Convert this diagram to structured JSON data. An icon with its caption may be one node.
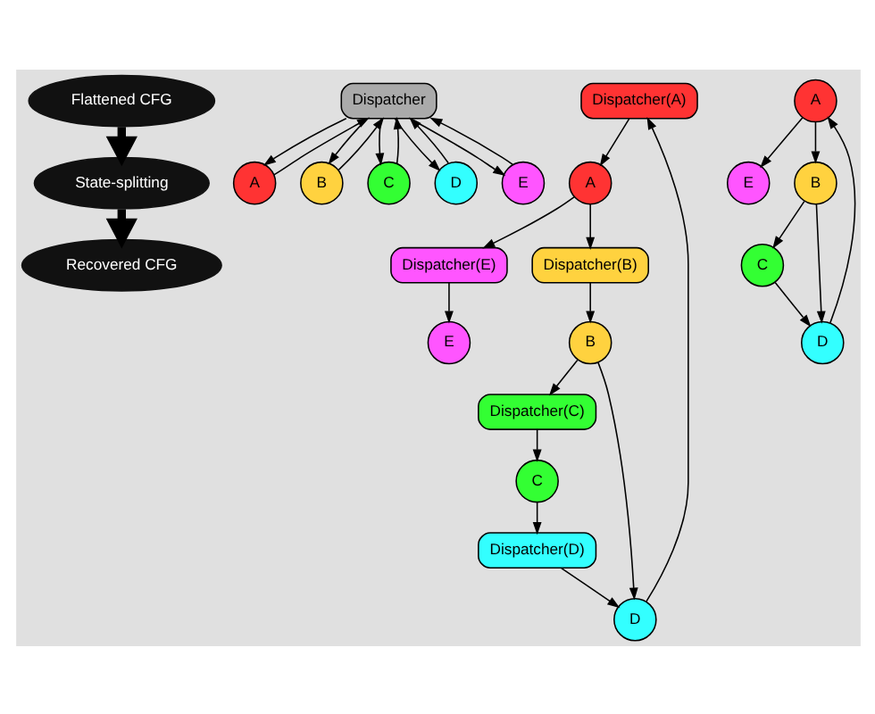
{
  "diagram": {
    "nodes": [
      {
        "text": [
          "Flattened CFG"
        ]
      },
      {
        "text": [
          "Dispatcher"
        ]
      },
      {
        "text": [
          "A"
        ]
      },
      {
        "text": [
          "B"
        ]
      },
      {
        "text": [
          "C"
        ]
      },
      {
        "text": [
          "D"
        ]
      },
      {
        "text": [
          "E"
        ]
      },
      {
        "text": [
          "State-splitting"
        ]
      },
      {
        "text": [
          "Dispatcher(A)"
        ]
      },
      {
        "text": [
          "A"
        ]
      },
      {
        "text": [
          "Dispatcher(E)"
        ]
      },
      {
        "text": [
          "E"
        ]
      },
      {
        "text": [
          "Dispatcher(B)"
        ]
      },
      {
        "text": [
          "B"
        ]
      },
      {
        "text": [
          "Dispatcher(C)"
        ]
      },
      {
        "text": [
          "C"
        ]
      },
      {
        "text": [
          "Dispatcher(D)"
        ]
      },
      {
        "text": [
          "D"
        ]
      },
      {
        "text": [
          "A"
        ]
      },
      {
        "text": [
          "E"
        ]
      },
      {
        "text": [
          "B"
        ]
      },
      {
        "text": [
          "C"
        ]
      },
      {
        "text": [
          "D"
        ]
      },
      {
        "text": [
          "Recovered CFG"
        ]
      }
    ],
    "edges": [
      {
        "from": 1,
        "to": 2,
        "arrow": "to"
      },
      {
        "from": 1,
        "to": 3,
        "arrow": "to"
      },
      {
        "from": 1,
        "to": 4,
        "arrow": "to"
      },
      {
        "from": 1,
        "to": 5,
        "arrow": "to"
      },
      {
        "from": 1,
        "to": 6,
        "arrow": "to"
      },
      {
        "from": 2,
        "to": 1,
        "arrow": "to"
      },
      {
        "from": 3,
        "to": 1,
        "arrow": "to"
      },
      {
        "from": 4,
        "to": 1,
        "arrow": "to"
      },
      {
        "from": 5,
        "to": 1,
        "arrow": "to"
      },
      {
        "from": 6,
        "to": 1,
        "arrow": "to"
      },
      {
        "from": 0,
        "to": 7,
        "arrow": "to",
        "style": "thick"
      },
      {
        "from": 8,
        "to": 9,
        "arrow": "to"
      },
      {
        "from": 9,
        "to": 10,
        "arrow": "to"
      },
      {
        "from": 9,
        "to": 12,
        "arrow": "to"
      },
      {
        "from": 10,
        "to": 11,
        "arrow": "to"
      },
      {
        "from": 12,
        "to": 13,
        "arrow": "to"
      },
      {
        "from": 13,
        "to": 14,
        "arrow": "to"
      },
      {
        "from": 13,
        "to": 17,
        "arrow": "to"
      },
      {
        "from": 14,
        "to": 15,
        "arrow": "to"
      },
      {
        "from": 15,
        "to": 16,
        "arrow": "to"
      },
      {
        "from": 16,
        "to": 17,
        "arrow": "to"
      },
      {
        "from": 17,
        "to": 8,
        "arrow": "to"
      },
      {
        "from": 7,
        "to": 23,
        "arrow": "to",
        "style": "thick"
      },
      {
        "from": 18,
        "to": 19,
        "arrow": "to"
      },
      {
        "from": 18,
        "to": 20,
        "arrow": "to"
      },
      {
        "from": 20,
        "to": 21,
        "arrow": "to"
      },
      {
        "from": 20,
        "to": 22,
        "arrow": "to"
      },
      {
        "from": 21,
        "to": 22,
        "arrow": "to"
      },
      {
        "from": 22,
        "to": 18,
        "arrow": "to"
      }
    ]
  }
}
